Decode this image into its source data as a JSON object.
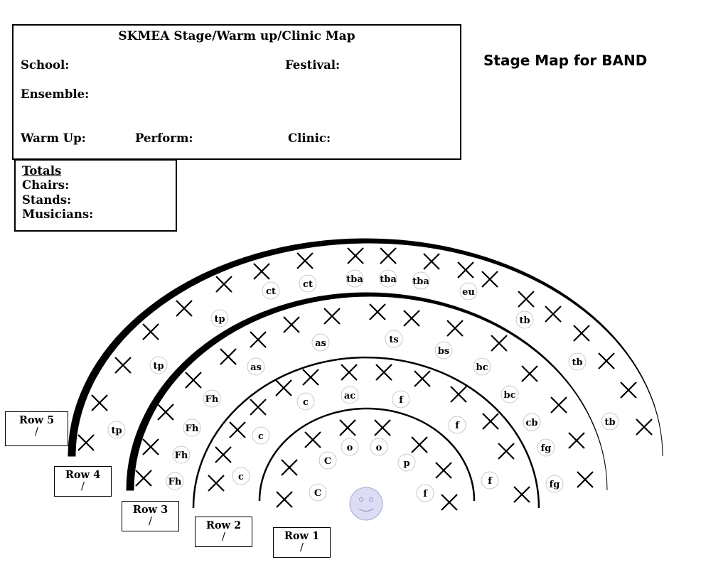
{
  "header": {
    "title": "SKMEA Stage/Warm up/Clinic Map",
    "school_label": "School:",
    "festival_label": "Festival:",
    "ensemble_label": "Ensemble:",
    "warmup_label": "Warm Up:",
    "perform_label": "Perform:",
    "clinic_label": "Clinic:"
  },
  "totals": {
    "heading": "Totals",
    "chairs_label": "Chairs:",
    "stands_label": "Stands:",
    "musicians_label": "Musicians:"
  },
  "stage_title": "Stage Map for BAND",
  "rows": [
    {
      "label": "Row 5",
      "value": "/"
    },
    {
      "label": "Row 4",
      "value": "/"
    },
    {
      "label": "Row 3",
      "value": "/"
    },
    {
      "label": "Row 2",
      "value": "/"
    },
    {
      "label": "Row 1",
      "value": "/"
    }
  ],
  "instruments": [
    {
      "label": "ct"
    },
    {
      "label": "ct"
    },
    {
      "label": "tba"
    },
    {
      "label": "tba"
    },
    {
      "label": "tba"
    },
    {
      "label": "eu"
    },
    {
      "label": "tp"
    },
    {
      "label": "tp"
    },
    {
      "label": "tp"
    },
    {
      "label": "tb"
    },
    {
      "label": "tb"
    },
    {
      "label": "tb"
    },
    {
      "label": "as"
    },
    {
      "label": "as"
    },
    {
      "label": "ts"
    },
    {
      "label": "bs"
    },
    {
      "label": "bc"
    },
    {
      "label": "bc"
    },
    {
      "label": "cb"
    },
    {
      "label": "fg"
    },
    {
      "label": "fg"
    },
    {
      "label": "Fh"
    },
    {
      "label": "Fh"
    },
    {
      "label": "Fh"
    },
    {
      "label": "Fh"
    },
    {
      "label": "f"
    },
    {
      "label": "c"
    },
    {
      "label": "ac"
    },
    {
      "label": "f"
    },
    {
      "label": "c"
    },
    {
      "label": "c"
    },
    {
      "label": "f"
    },
    {
      "label": "o"
    },
    {
      "label": "o"
    },
    {
      "label": "C"
    },
    {
      "label": "C"
    },
    {
      "label": "p"
    },
    {
      "label": "f"
    }
  ],
  "colors": {
    "line": "#000000",
    "conductor_fill": "#dcdcf5",
    "conductor_stroke": "#a8a8d8",
    "instrument_stroke": "#bbbbbb"
  },
  "icons": {
    "chair": "x-mark-icon",
    "conductor": "smiley-face-icon"
  }
}
